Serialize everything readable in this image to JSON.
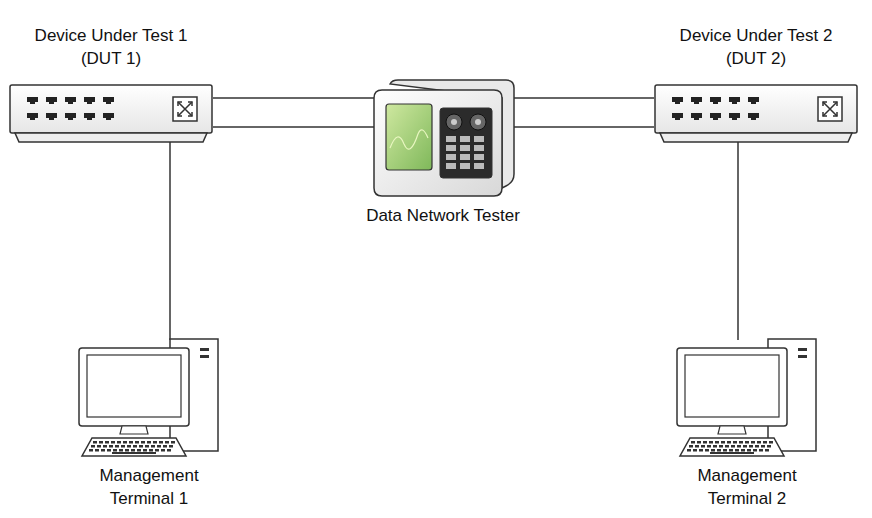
{
  "diagram": {
    "nodes": [
      {
        "text": [
          "Device Under Test 1 (DUT 1)"
        ]
      },
      {
        "text": [
          "Data Network Tester"
        ]
      },
      {
        "text": [
          "Device Under Test 2 (DUT 2)"
        ]
      },
      {
        "text": [
          "Management Terminal 1"
        ]
      },
      {
        "text": [
          "Management Terminal 2"
        ]
      }
    ],
    "edges": [
      {
        "from": 0,
        "to": 1,
        "arrow": "none"
      },
      {
        "from": 0,
        "to": 1,
        "arrow": "none"
      },
      {
        "from": 1,
        "to": 2,
        "arrow": "none"
      },
      {
        "from": 1,
        "to": 2,
        "arrow": "none"
      },
      {
        "from": 0,
        "to": 3,
        "arrow": "none"
      },
      {
        "from": 2,
        "to": 4,
        "arrow": "none"
      }
    ]
  }
}
